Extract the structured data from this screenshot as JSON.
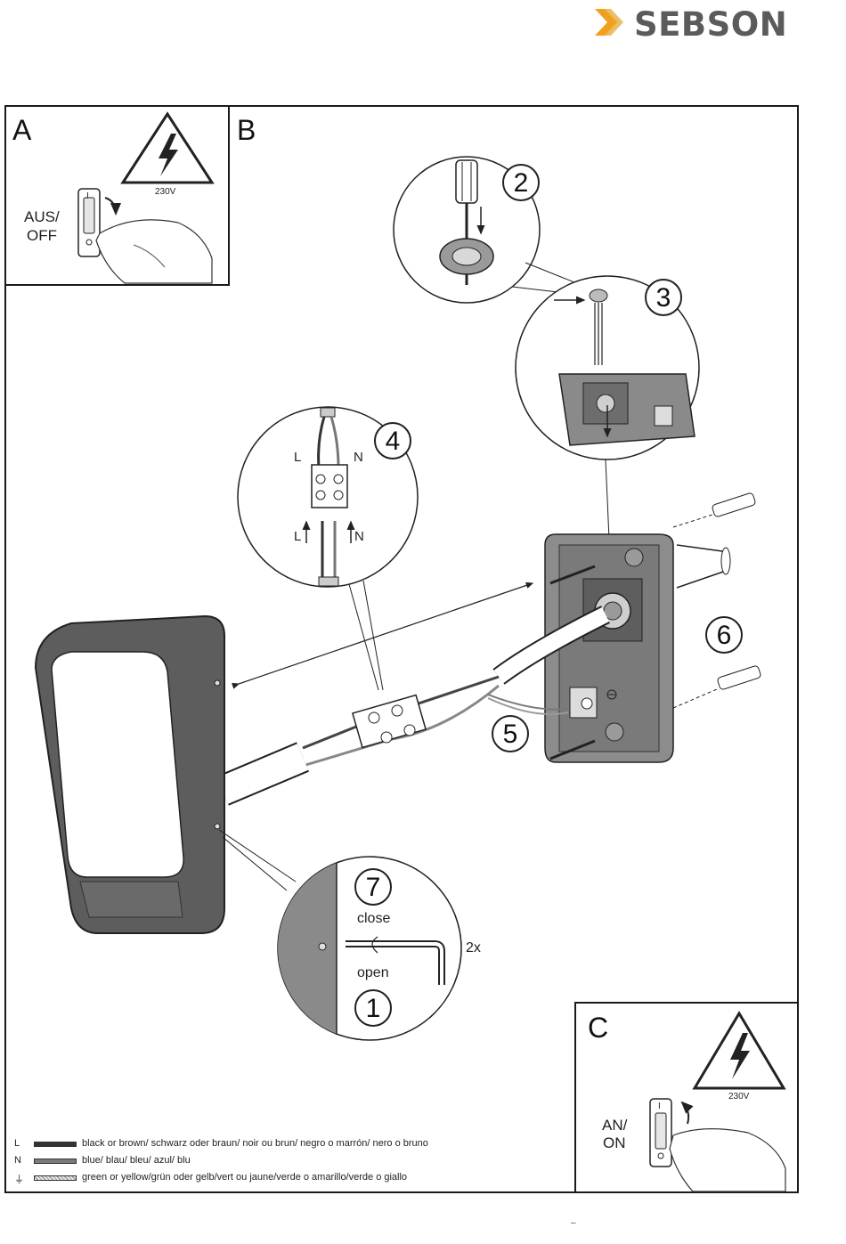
{
  "brand": {
    "name": "SEBSON",
    "accent": "#f0a01e",
    "text_color": "#5b5b5b"
  },
  "panels": {
    "a": {
      "letter": "A",
      "switch_label_line1": "AUS/",
      "switch_label_line2": "OFF",
      "voltage": "230V",
      "switch_mark": "I",
      "icon": "high-voltage-warning-icon"
    },
    "b": {
      "letter": "B"
    },
    "c": {
      "letter": "C",
      "switch_label_line1": "AN/",
      "switch_label_line2": "ON",
      "voltage": "230V",
      "switch_mark": "I",
      "icon": "high-voltage-warning-icon"
    }
  },
  "steps": [
    {
      "number": "2",
      "note": ""
    },
    {
      "number": "3",
      "note": ""
    },
    {
      "number": "4",
      "note": ""
    },
    {
      "number": "5",
      "note": ""
    },
    {
      "number": "6",
      "note": ""
    },
    {
      "number": "7",
      "note": ""
    },
    {
      "number": "1",
      "note": ""
    }
  ],
  "terminal_labels": {
    "live": "L",
    "neutral": "N"
  },
  "tool_detail": {
    "close": "close",
    "open": "open",
    "count": "2x"
  },
  "legend": [
    {
      "key": "L",
      "swatch_color": "#333333",
      "pattern": "solid",
      "text": "black or brown/ schwarz oder braun/ noir ou brun/ negro o marrón/ nero o bruno"
    },
    {
      "key": "N",
      "swatch_color": "#7a7a7a",
      "pattern": "solid",
      "text": "blue/ blau/ bleu/ azul/ blu"
    },
    {
      "key": "⏚",
      "swatch_color": "#cfcfcf",
      "pattern": "hatched",
      "text": "green or yellow/grün oder gelb/vert ou jaune/verde o amarillo/verde o giallo"
    }
  ],
  "footer": {
    "page_mark": "–"
  }
}
